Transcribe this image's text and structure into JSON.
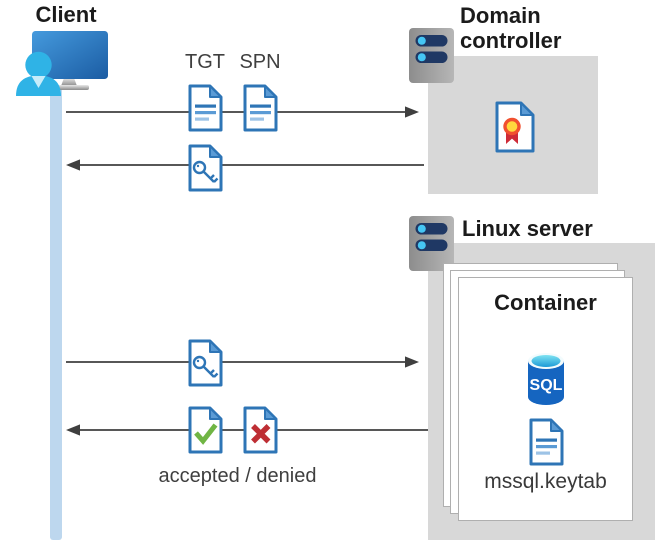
{
  "client": {
    "label": "Client"
  },
  "domain_controller": {
    "label": "Domain controller"
  },
  "linux_server": {
    "label": "Linux server"
  },
  "container": {
    "label": "Container",
    "sql_badge": "SQL",
    "keytab_file": "mssql.keytab"
  },
  "exchange": {
    "tgt": "TGT",
    "spn": "SPN",
    "result": "accepted / denied"
  },
  "icons": {
    "client-workstation-icon": "monitor with user silhouette",
    "server-icon": "gray server tower with two status pills",
    "ticket-document-icon": "blue outlined page with text lines",
    "key-document-icon": "blue outlined page with key glyph",
    "certificate-document-icon": "page with gold seal and red ribbon",
    "check-document-icon": "page with green check mark",
    "cross-document-icon": "page with red x mark",
    "sql-database-icon": "blue cylinder labeled SQL"
  },
  "colors": {
    "doc_outline_blue": "#2E75B6",
    "doc_fold_blue": "#5B9BD5",
    "doc_line_light_blue": "#9DC3E6",
    "lifeline_light_blue": "#BDD7EE",
    "box_gray": "#D8D8D8",
    "arrow_gray": "#3F3F3F",
    "accepted_green": "#70B544",
    "denied_red": "#BE2E34",
    "certificate_gold": "#FFD83D",
    "certificate_ring_red": "#F1502F",
    "certificate_ribbon_red": "#CE2B37",
    "sql_body_blue": "#1565C0",
    "sql_top_cyan": "#35BEE8",
    "server_pill_navy": "#1F3864",
    "server_dot_blue": "#45C6F4",
    "monitor_blue": "#2C79C4",
    "person_cyan": "#2FB3E6"
  }
}
